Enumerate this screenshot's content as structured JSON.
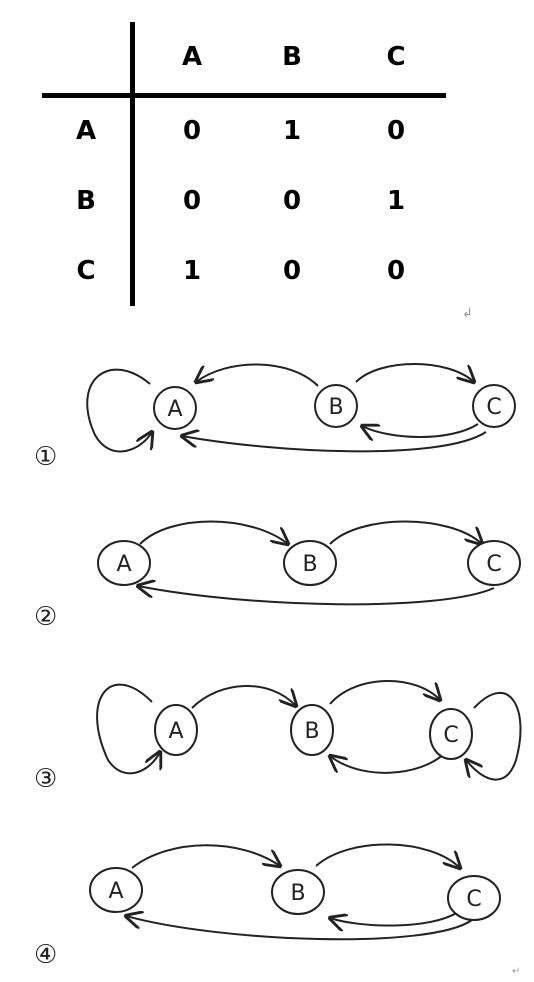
{
  "matrix": {
    "headers": [
      "A",
      "B",
      "C"
    ],
    "rows": [
      {
        "label": "A",
        "values": [
          "0",
          "1",
          "0"
        ]
      },
      {
        "label": "B",
        "values": [
          "0",
          "0",
          "1"
        ]
      },
      {
        "label": "C",
        "values": [
          "1",
          "0",
          "0"
        ]
      }
    ]
  },
  "options": [
    {
      "number": "①",
      "nodes": [
        "A",
        "B",
        "C"
      ]
    },
    {
      "number": "②",
      "nodes": [
        "A",
        "B",
        "C"
      ]
    },
    {
      "number": "③",
      "nodes": [
        "A",
        "B",
        "C"
      ]
    },
    {
      "number": "④",
      "nodes": [
        "A",
        "B",
        "C"
      ]
    }
  ]
}
